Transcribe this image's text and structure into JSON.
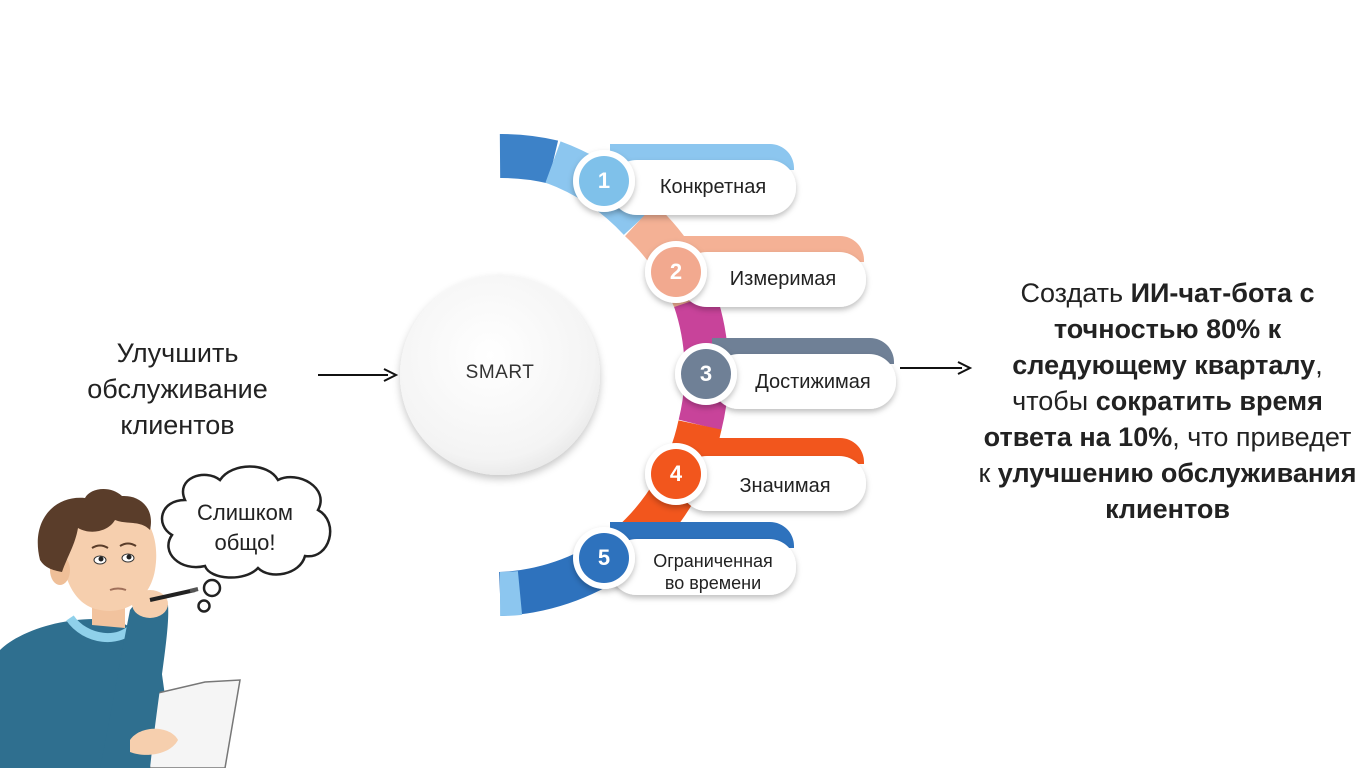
{
  "left_goal": {
    "lines": [
      "Улучшить",
      "обслуживание",
      "клиентов"
    ]
  },
  "center": {
    "label": "SMART"
  },
  "steps": [
    {
      "number": "1",
      "label": "Конкретная",
      "color": "#7fc1ea"
    },
    {
      "number": "2",
      "label": "Измеримая",
      "color": "#f2a98f"
    },
    {
      "number": "3",
      "label": "Достижимая",
      "color": "#6f8096"
    },
    {
      "number": "4",
      "label": "Значимая",
      "color": "#f2561d"
    },
    {
      "number": "5",
      "label_lines": [
        "Ограниченная",
        "во времени"
      ],
      "color": "#2e72bd"
    }
  ],
  "arc_colors": [
    "#3d82c8",
    "#8cc6ef",
    "#f4b195",
    "#c8439a",
    "#f2561d",
    "#2e72bd"
  ],
  "speech_bubble": {
    "lines": [
      "Слишком",
      "общо!"
    ]
  },
  "smart_goal": {
    "p1": "Создать ",
    "b1": "ИИ-чат-бота с точностью 80% к следующему кварталу",
    "p2": ", чтобы ",
    "b2": "сократить время ответа на 10%",
    "p3": ", что приведет к ",
    "b3": "улучшению обслуживания клиентов"
  }
}
